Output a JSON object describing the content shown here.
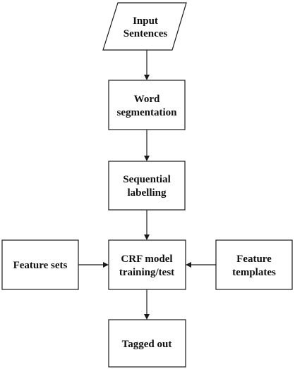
{
  "diagram": {
    "nodes": {
      "input": {
        "line1": "Input",
        "line2": "Sentences"
      },
      "word_seg": {
        "line1": "Word",
        "line2": "segmentation"
      },
      "seq_label": {
        "line1": "Sequential",
        "line2": "labelling"
      },
      "crf": {
        "line1": "CRF model",
        "line2": "training/test"
      },
      "feature_sets": {
        "line1": "Feature sets"
      },
      "feature_templates": {
        "line1": "Feature",
        "line2": "templates"
      },
      "tagged_out": {
        "line1": "Tagged out"
      }
    },
    "edges": [
      {
        "from": "input",
        "to": "word_seg"
      },
      {
        "from": "word_seg",
        "to": "seq_label"
      },
      {
        "from": "seq_label",
        "to": "crf"
      },
      {
        "from": "feature_sets",
        "to": "crf"
      },
      {
        "from": "feature_templates",
        "to": "crf"
      },
      {
        "from": "crf",
        "to": "tagged_out"
      }
    ]
  }
}
